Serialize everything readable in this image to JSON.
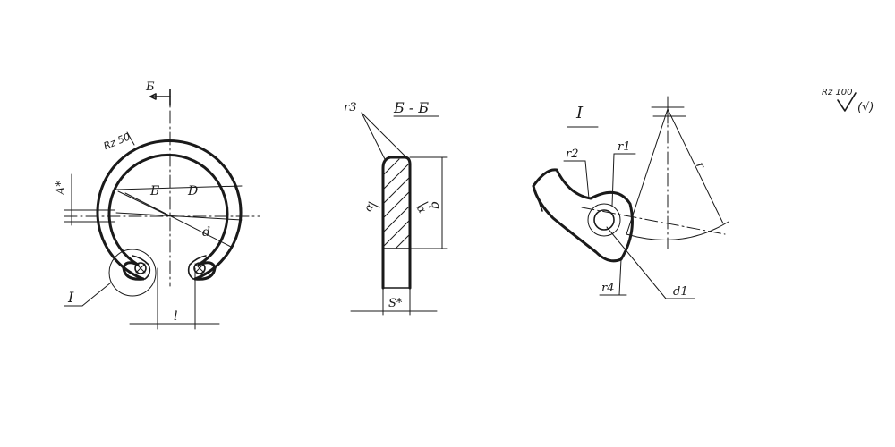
{
  "labels": {
    "section_mark": "Б",
    "surface_roughness": "Rz 50",
    "dim_A": "A*",
    "dim_B_inner": "Б",
    "dim_D": "D",
    "dim_d": "d",
    "detail_ref": "I",
    "dim_l": "l",
    "section_title": "Б - Б",
    "radius_r3": "r3",
    "dim_b": "b",
    "dim_s": "S*",
    "detail_title": "I",
    "radius_r2": "r2",
    "radius_r1": "r1",
    "radius_r": "r",
    "radius_r4": "r4",
    "dim_d1": "d1",
    "roughness_general": "Rz 100",
    "roughness_bracket": "(√)"
  }
}
